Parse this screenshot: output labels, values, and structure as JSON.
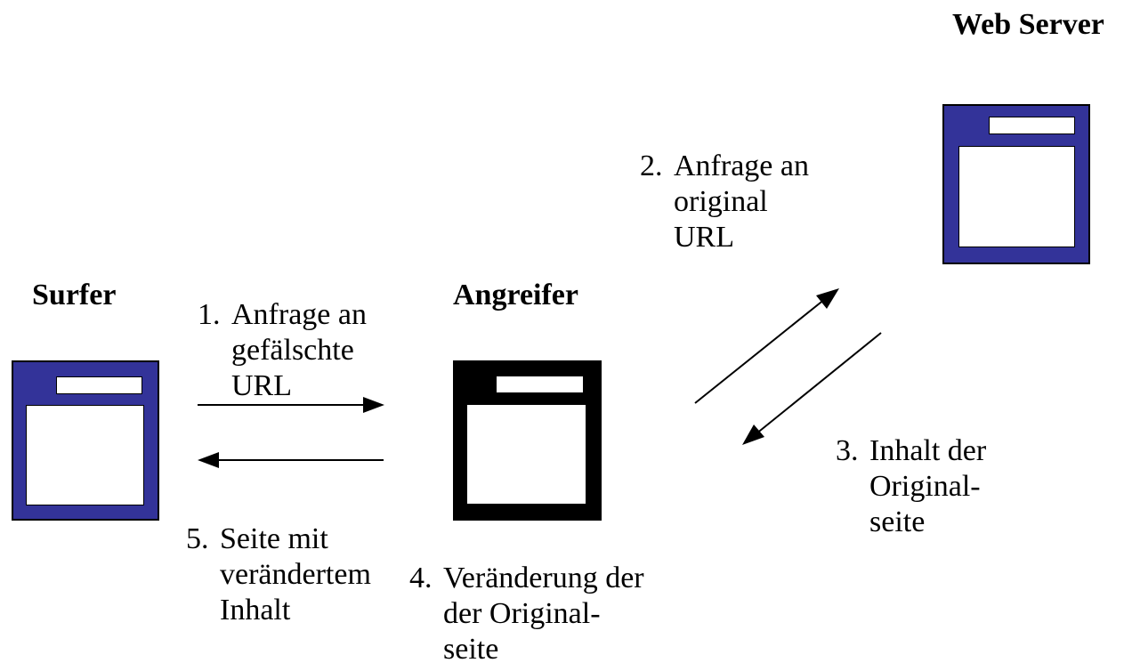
{
  "nodes": {
    "web_server": {
      "label": "Web Server",
      "color": "#333399"
    },
    "surfer": {
      "label": "Surfer",
      "color": "#333399"
    },
    "angreifer": {
      "label": "Angreifer",
      "color": "#000000"
    }
  },
  "steps": [
    {
      "num": "1.",
      "lines": [
        "Anfrage an",
        "gefälschte",
        "URL"
      ]
    },
    {
      "num": "2.",
      "lines": [
        "Anfrage an",
        "original",
        "URL"
      ]
    },
    {
      "num": "3.",
      "lines": [
        "Inhalt der",
        "Original-",
        "seite"
      ]
    },
    {
      "num": "4.",
      "lines": [
        "Veränderung der",
        "der Original-",
        "seite"
      ]
    },
    {
      "num": "5.",
      "lines": [
        "Seite mit",
        "verändertem",
        "Inhalt"
      ]
    }
  ]
}
